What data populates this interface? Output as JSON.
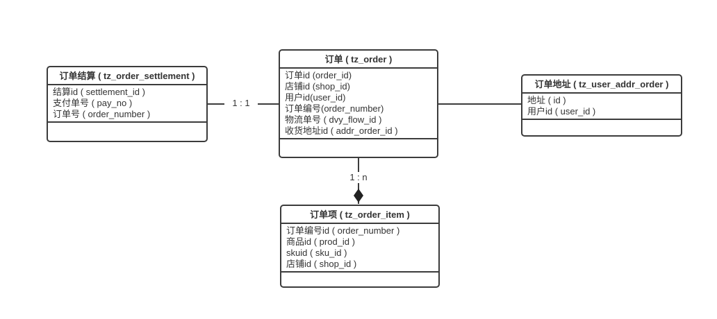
{
  "diagram": {
    "background": "#ffffff",
    "colors": {
      "line": "#3b3b3b",
      "text": "#333333",
      "box_background": "#ffffff",
      "arrow": "#222222"
    },
    "entities": [
      {
        "id": "order-settlement",
        "title": "订单结算 ( tz_order_settlement )",
        "fields": [
          "结算id ( settlement_id )",
          "支付单号 ( pay_no )",
          "订单号 ( order_number )"
        ]
      },
      {
        "id": "order",
        "title": "订单 ( tz_order )",
        "fields": [
          "订单id (order_id)",
          "店铺id (shop_id)",
          "用户id(user_id)",
          "订单编号(order_number)",
          "物流单号 ( dvy_flow_id )",
          "收货地址id ( addr_order_id )"
        ]
      },
      {
        "id": "order-address",
        "title": "订单地址 ( tz_user_addr_order )",
        "fields": [
          "地址 ( id )",
          "用户id ( user_id )"
        ]
      },
      {
        "id": "order-item",
        "title": "订单项 ( tz_order_item )",
        "fields": [
          "订单编号id ( order_number )",
          "商品id ( prod_id )",
          "skuid ( sku_id )",
          "店铺id ( shop_id )"
        ]
      }
    ],
    "relations": [
      {
        "from": "order-settlement",
        "to": "order",
        "label": "1 : 1",
        "arrow": "none"
      },
      {
        "from": "order",
        "to": "order-address",
        "label": "",
        "arrow": "none"
      },
      {
        "from": "order",
        "to": "order-item",
        "label": "1 : n",
        "arrow": "filled-diamond"
      }
    ]
  }
}
